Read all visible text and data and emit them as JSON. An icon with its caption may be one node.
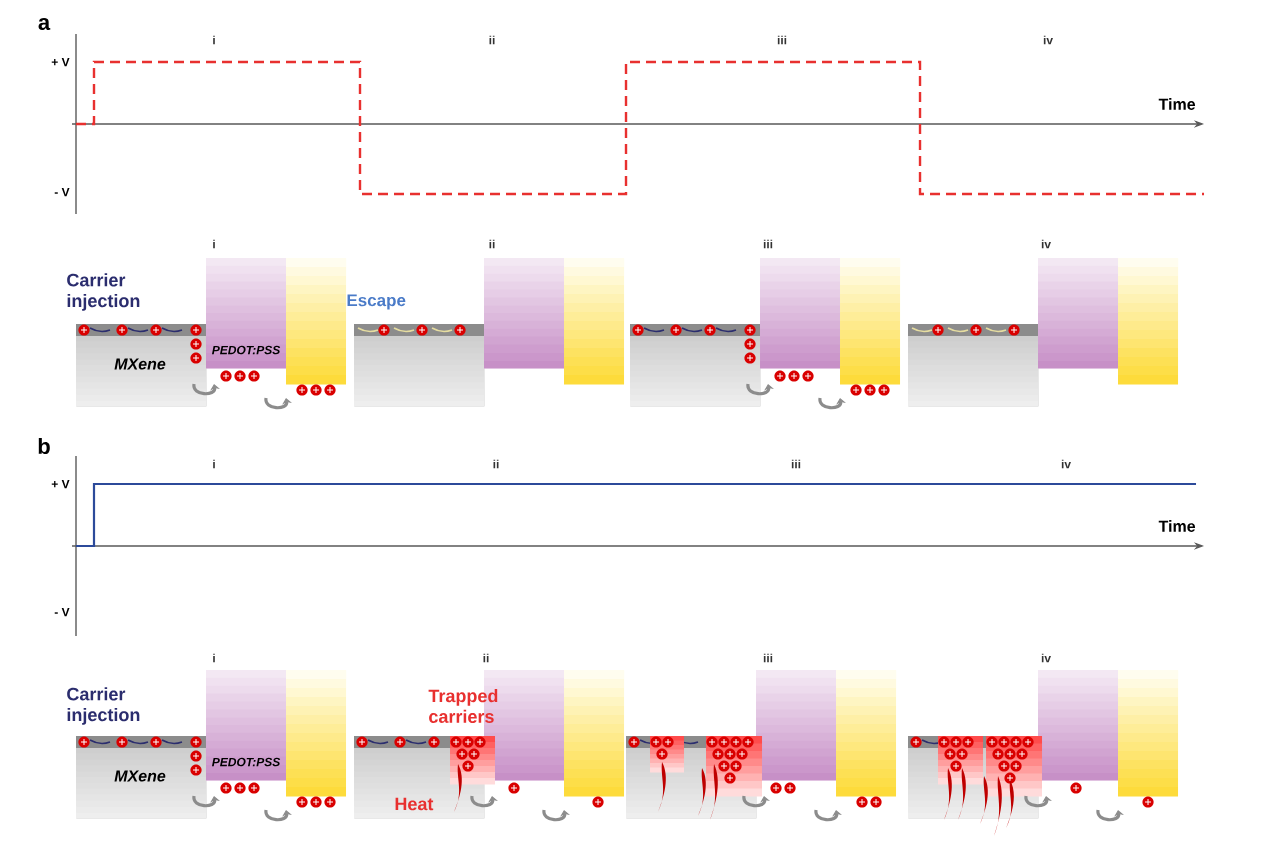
{
  "diagram": {
    "nodes": [
      {
        "text": [
          "MXene"
        ]
      },
      {
        "text": [
          "PEDOT:PSS"
        ]
      },
      {
        "text": [],
        "shape": "box"
      },
      {
        "text": [],
        "shape": "box"
      },
      {
        "text": [],
        "shape": "box"
      },
      {
        "text": [],
        "shape": "box"
      },
      {
        "text": [],
        "shape": "box"
      },
      {
        "text": [],
        "shape": "box"
      },
      {
        "text": [],
        "shape": "box"
      },
      {
        "text": [],
        "shape": "box"
      },
      {
        "text": [],
        "shape": "box"
      },
      {
        "text": [],
        "shape": "box"
      },
      {
        "text": [
          "MXene"
        ]
      },
      {
        "text": [
          "PEDOT:PSS"
        ]
      },
      {
        "text": [],
        "shape": "box"
      },
      {
        "text": [],
        "shape": "box"
      },
      {
        "text": [],
        "shape": "box"
      },
      {
        "text": [],
        "shape": "box"
      },
      {
        "text": [],
        "shape": "box"
      },
      {
        "text": [],
        "shape": "box"
      },
      {
        "text": [],
        "shape": "box"
      },
      {
        "text": [],
        "shape": "box"
      },
      {
        "text": [],
        "shape": "box"
      },
      {
        "text": [],
        "shape": "box"
      }
    ],
    "labels": [
      "a",
      "i",
      "ii",
      "iii",
      "iv",
      "+ V",
      "Time",
      "- V",
      "i",
      "ii",
      "iii",
      "iv",
      "Carrier injection",
      "Escape",
      "b",
      "i",
      "ii",
      "iii",
      "iv",
      "+ V",
      "Time",
      "- V",
      "i",
      "ii",
      "iii",
      "iv",
      "Carrier injection",
      "Trapped carriers",
      "Heat"
    ]
  }
}
